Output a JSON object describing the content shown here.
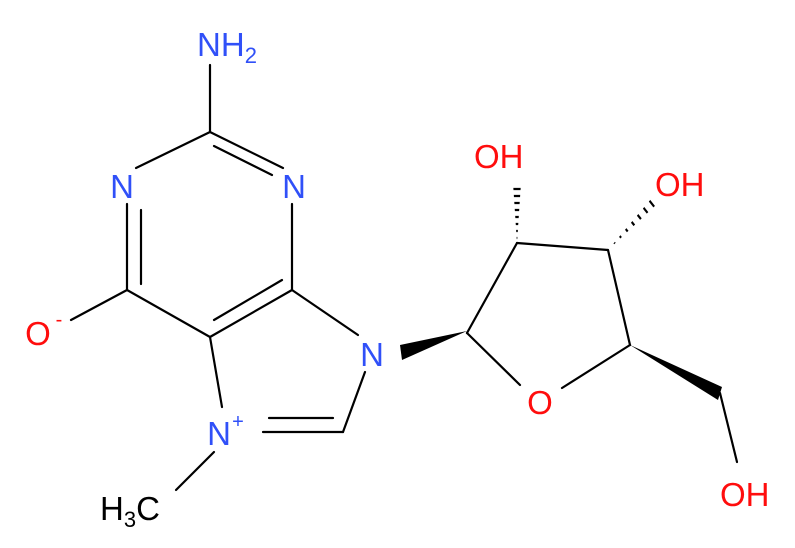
{
  "colors": {
    "bond": "#000000",
    "nitrogen": "#3050F8",
    "oxygen": "#FF0D0D",
    "background": "#ffffff"
  },
  "atoms": {
    "amine": {
      "element": "N",
      "hydrogens": "H",
      "count": "2"
    },
    "n1": "N",
    "n3": "N",
    "n9": "N",
    "n7": {
      "element": "N",
      "charge": "+"
    },
    "oxide": {
      "element": "O",
      "charge": "-"
    },
    "methyl": {
      "element": "H",
      "count": "3",
      "carbon": "C"
    },
    "oh_2": "OH",
    "oh_3": "OH",
    "ring_o": "O",
    "oh_5": "OH"
  }
}
